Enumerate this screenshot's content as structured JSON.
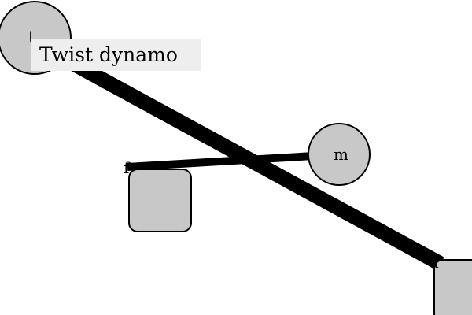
{
  "diagram": {
    "title": "Twist dynamo",
    "colors": {
      "background": "#ffffff",
      "node_fill": "#c8c8c8",
      "node_stroke": "#000000",
      "edge": "#000000",
      "title_box": "#eeeeee"
    },
    "nodes": [
      {
        "id": "t",
        "label": "t",
        "shape": "circle"
      },
      {
        "id": "m",
        "label": "m",
        "shape": "circle"
      },
      {
        "id": "f",
        "label": "f",
        "shape": "rounded-square"
      },
      {
        "id": "d",
        "label": "d",
        "shape": "rounded-square"
      }
    ],
    "edges": [
      {
        "from": "t",
        "to": "d",
        "weight": "heavy"
      },
      {
        "from": "f",
        "to": "m",
        "weight": "medium"
      }
    ]
  }
}
